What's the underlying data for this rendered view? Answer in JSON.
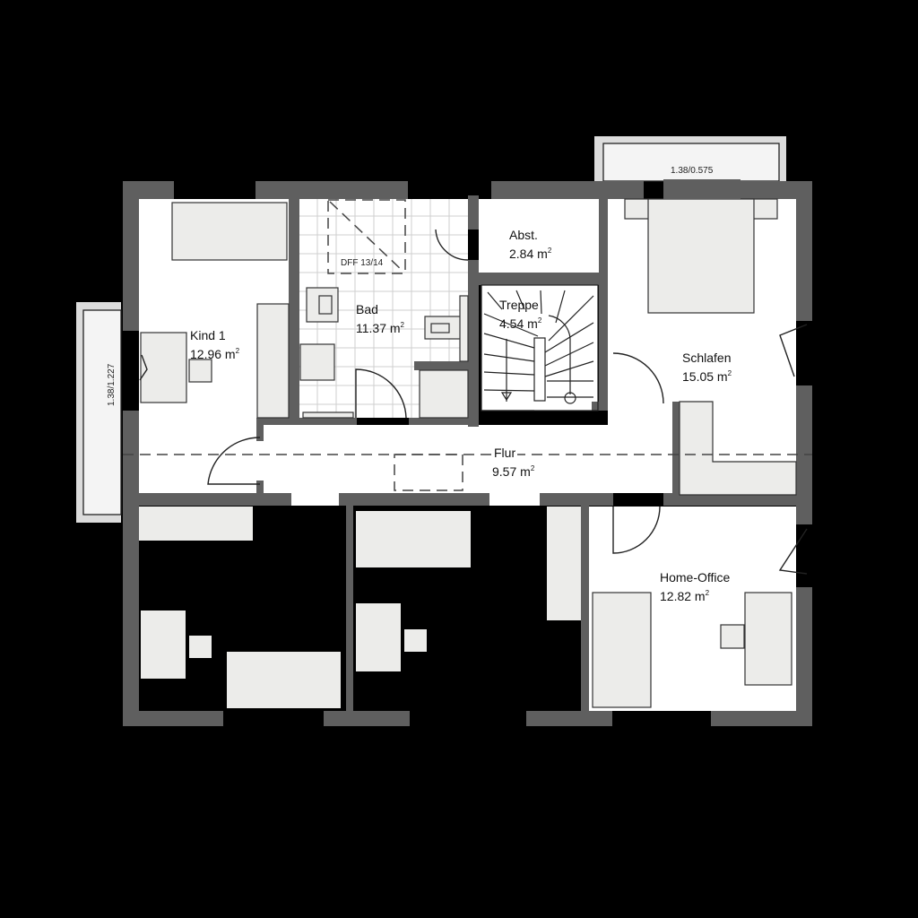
{
  "plan": {
    "background": "#000000",
    "wall_color": "#5f5f5f",
    "floor_color": "#ffffff",
    "furniture_color": "#ececea"
  },
  "rooms": [
    {
      "id": "kind1",
      "name": "Kind 1",
      "area": "12.96 m",
      "unit_sup": "2"
    },
    {
      "id": "bad",
      "name": "Bad",
      "area": "11.37 m",
      "unit_sup": "2"
    },
    {
      "id": "abst",
      "name": "Abst.",
      "area": "2.84 m",
      "unit_sup": "2"
    },
    {
      "id": "treppe",
      "name": "Treppe",
      "area": "4.54 m",
      "unit_sup": "2"
    },
    {
      "id": "schlafen",
      "name": "Schlafen",
      "area": "15.05 m",
      "unit_sup": "2"
    },
    {
      "id": "flur",
      "name": "Flur",
      "area": "9.57 m",
      "unit_sup": "2"
    },
    {
      "id": "homeoffice",
      "name": "Home-Office",
      "area": "12.82 m",
      "unit_sup": "2"
    }
  ],
  "annotations": {
    "skylight": "DFF 13/14",
    "balcony_top": "1.38/0.575",
    "balcony_left": "1.38/1.227"
  }
}
